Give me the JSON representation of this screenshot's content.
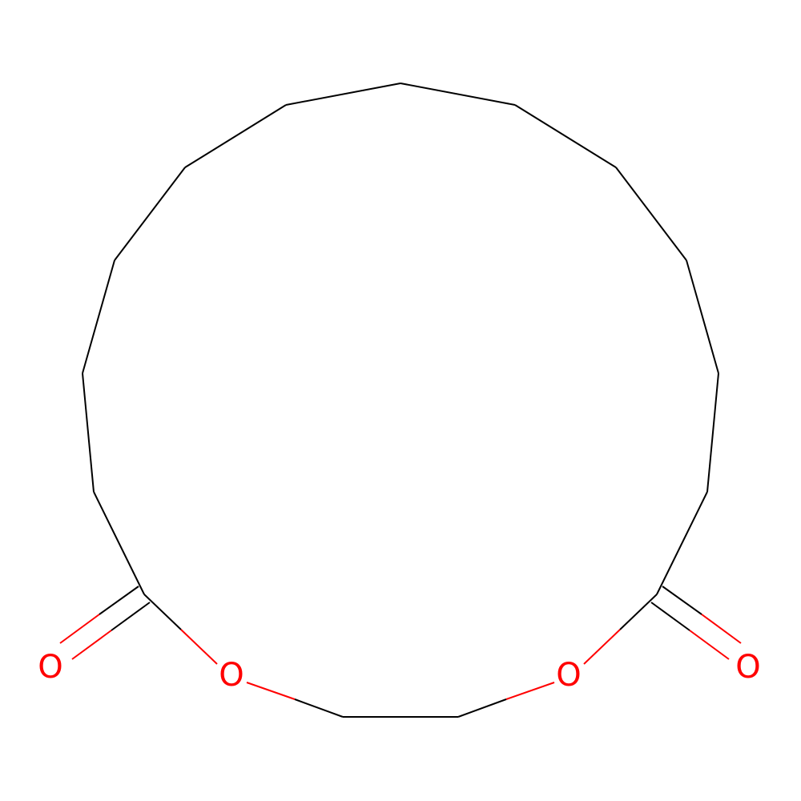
{
  "molecule": {
    "colors": {
      "carbon_bond": "#000000",
      "oxygen": "#ff0000",
      "background": "#ffffff"
    },
    "atoms": [
      {
        "id": "o-carbonyl-left",
        "label": "O"
      },
      {
        "id": "o-ester-left",
        "label": "O"
      },
      {
        "id": "o-ester-right",
        "label": "O"
      },
      {
        "id": "o-carbonyl-right",
        "label": "O"
      }
    ]
  }
}
